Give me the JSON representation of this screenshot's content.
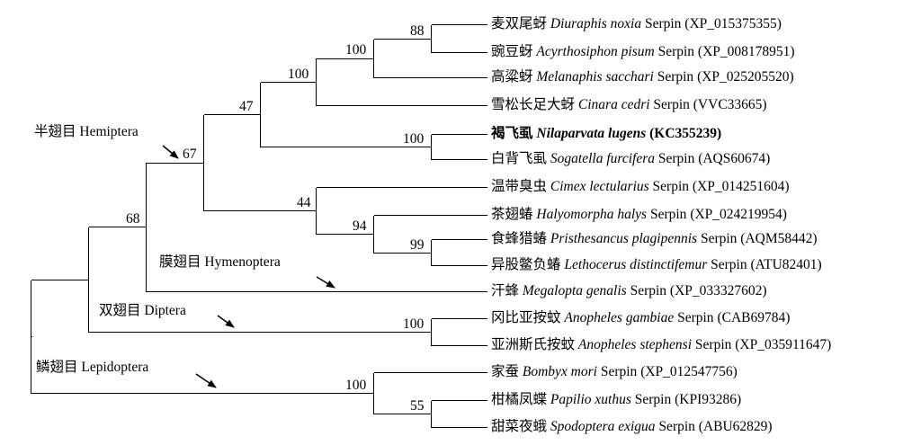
{
  "taxa": [
    {
      "cn": "麦双尾蚜",
      "sp": "Diuraphis noxia",
      "gene": "Serpin",
      "acc": "(XP_015375355)"
    },
    {
      "cn": "豌豆蚜",
      "sp": "Acyrthosiphon pisum",
      "gene": "Serpin",
      "acc": "(XP_008178951)"
    },
    {
      "cn": "高粱蚜",
      "sp": "Melanaphis sacchari",
      "gene": "Serpin",
      "acc": "(XP_025205520)"
    },
    {
      "cn": "雪松长足大蚜",
      "sp": "Cinara cedri",
      "gene": "Serpin",
      "acc": "(VVC33665)"
    },
    {
      "cn": "褐飞虱",
      "sp": "Nilaparvata lugens",
      "gene": "",
      "acc": "(KC355239)"
    },
    {
      "cn": "白背飞虱",
      "sp": "Sogatella furcifera",
      "gene": "Serpin",
      "acc": "(AQS60674)"
    },
    {
      "cn": "温带臭虫",
      "sp": "Cimex lectularius",
      "gene": "Serpin",
      "acc": "(XP_014251604)"
    },
    {
      "cn": "茶翅蝽",
      "sp": "Halyomorpha halys",
      "gene": "Serpin",
      "acc": "(XP_024219954)"
    },
    {
      "cn": "食蜂猎蝽",
      "sp": "Pristhesancus plagipennis",
      "gene": "Serpin",
      "acc": "(AQM58442)"
    },
    {
      "cn": "异股鳖负蝽",
      "sp": "Lethocerus distinctifemur",
      "gene": "Serpin",
      "acc": "(ATU82401)"
    },
    {
      "cn": "汗蜂",
      "sp": "Megalopta genalis",
      "gene": "Serpin",
      "acc": "(XP_033327602)"
    },
    {
      "cn": "冈比亚按蚊",
      "sp": "Anopheles gambiae",
      "gene": "Serpin",
      "acc": "(CAB69784)"
    },
    {
      "cn": "亚洲斯氏按蚊",
      "sp": "Anopheles stephensi",
      "gene": "Serpin",
      "acc": "(XP_035911647)"
    },
    {
      "cn": "家蚕",
      "sp": "Bombyx mori",
      "gene": "Serpin",
      "acc": "(XP_012547756)"
    },
    {
      "cn": "柑橘凤蝶",
      "sp": "Papilio xuthus",
      "gene": "Serpin",
      "acc": "(KPI93286)"
    },
    {
      "cn": "甜菜夜蛾",
      "sp": "Spodoptera exigua",
      "gene": "Serpin",
      "acc": "(ABU62829)"
    }
  ],
  "support": [
    "88",
    "100",
    "100",
    "47",
    "100",
    "67",
    "44",
    "94",
    "99",
    "68",
    "100",
    "100",
    "55"
  ],
  "groups": [
    {
      "label": "半翅目 Hemiptera"
    },
    {
      "label": "膜翅目 Hymenoptera"
    },
    {
      "label": "双翅目 Diptera"
    },
    {
      "label": "鳞翅目 Lepidoptera"
    }
  ],
  "highlight_taxon_index": 4
}
